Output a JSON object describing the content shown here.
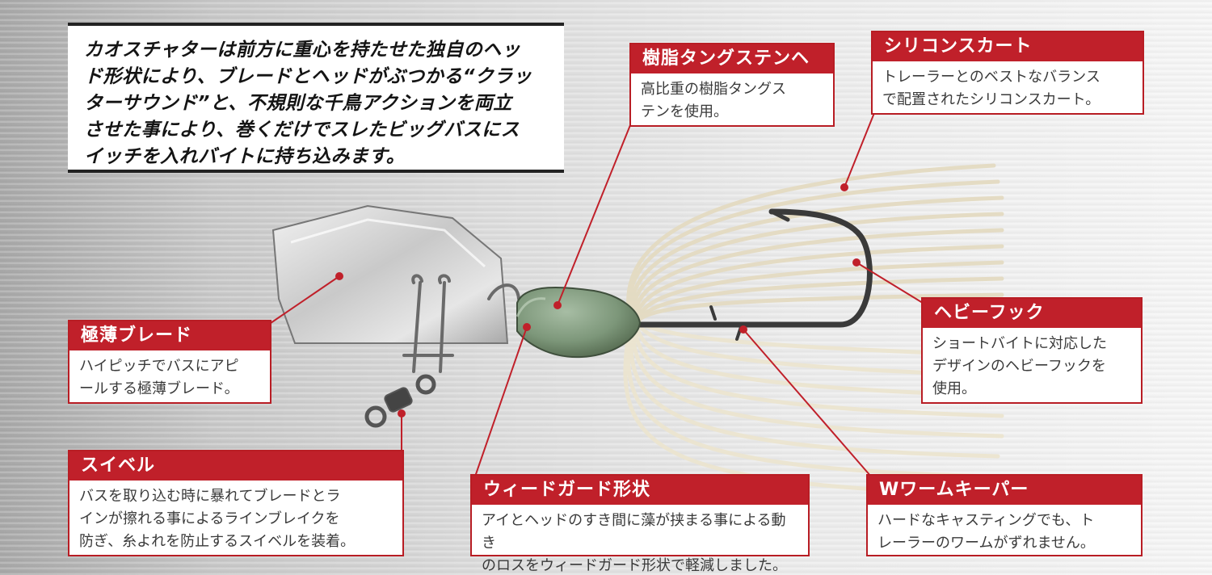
{
  "intro": {
    "lines": [
      "カオスチャターは前方に重心を持たせた独自のヘッ",
      "ド形状により、ブレードとヘッドがぶつかる“クラッ",
      "ターサウンド”と、不規則な千鳥アクションを両立",
      "させた事により、巻くだけでスレたビッグバスにス",
      "イッチを入れバイトに持ち込みます。"
    ]
  },
  "callouts": {
    "resin_head": {
      "title": "樹脂タングステンヘッド",
      "lines": [
        "高比重の樹脂タングス",
        "テンを使用。"
      ]
    },
    "skirt": {
      "title": "シリコンスカート",
      "lines": [
        "トレーラーとのベストなバランス",
        "で配置されたシリコンスカート。"
      ]
    },
    "blade": {
      "title": "極薄ブレード",
      "lines": [
        "ハイピッチでバスにアピ",
        "ールする極薄ブレード。"
      ]
    },
    "hook": {
      "title": "ヘビーフック",
      "lines": [
        "ショートバイトに対応した",
        "デザインのヘビーフックを",
        "使用。"
      ]
    },
    "swivel": {
      "title": "スイベル",
      "lines": [
        "バスを取り込む時に暴れてブレードとラ",
        "インが擦れる事によるラインブレイクを",
        "防ぎ、糸よれを防止するスイベルを装着。"
      ]
    },
    "weedguard": {
      "title": "ウィードガード形状",
      "lines": [
        "アイとヘッドのすき間に藻が挟まる事による動き",
        "のロスをウィードガード形状で軽減しました。"
      ]
    },
    "keeper": {
      "title": "Wワームキーパー",
      "lines": [
        "ハードなキャスティングでも、ト",
        "レーラーのワームがずれません。"
      ]
    }
  },
  "colors": {
    "accent": "#c0202a",
    "head": "#7f9a7c",
    "skirt": "#e8e0c8",
    "hook": "#3e3e3e",
    "blade": "#cfcfcf"
  }
}
